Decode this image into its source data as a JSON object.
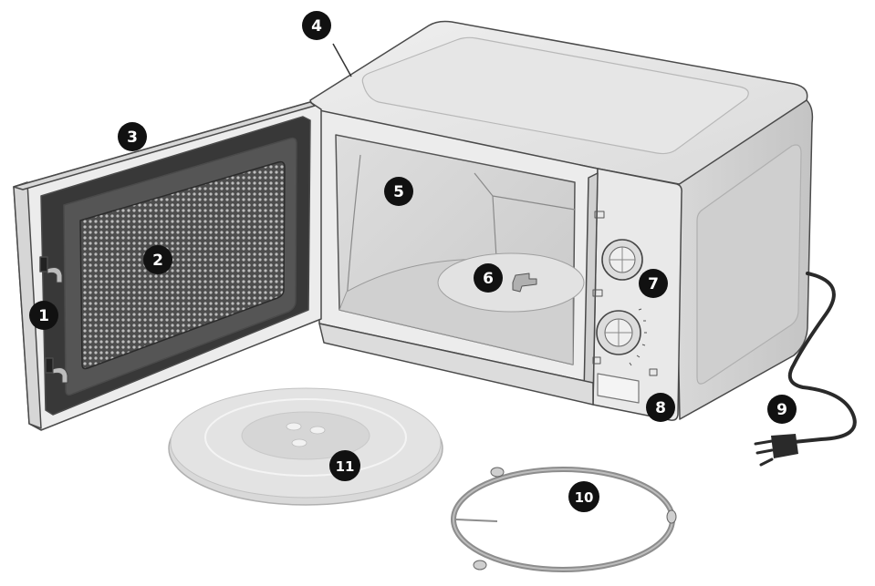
{
  "callouts": [
    {
      "id": "1",
      "label": "1"
    },
    {
      "id": "2",
      "label": "2"
    },
    {
      "id": "3",
      "label": "3"
    },
    {
      "id": "4",
      "label": "4"
    },
    {
      "id": "5",
      "label": "5"
    },
    {
      "id": "6",
      "label": "6"
    },
    {
      "id": "7",
      "label": "7"
    },
    {
      "id": "8",
      "label": "8"
    },
    {
      "id": "9",
      "label": "9"
    },
    {
      "id": "10",
      "label": "10"
    },
    {
      "id": "11",
      "label": "11"
    }
  ],
  "colors": {
    "line": "#4a4a4a",
    "body": "#e4e4e4",
    "body_shade": "#c9c9c9",
    "cavity": "#d4d4d4",
    "door_dark": "#3a3a3a",
    "mesh": "#7a7a7a",
    "badge": "#111111",
    "glass_tray": "#dcdcdc"
  }
}
